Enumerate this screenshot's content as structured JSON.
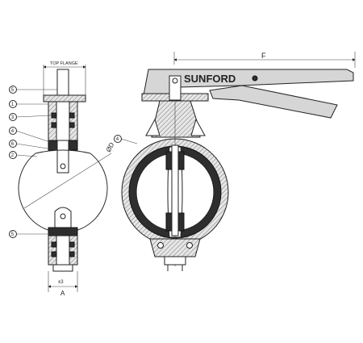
{
  "labels": {
    "top_flange": "TOP FLANGE",
    "brand": "SUNFORD",
    "dim_f": "F",
    "dim_a": "A",
    "tolerance": "±3",
    "diameter": "ØD"
  },
  "callouts": [
    "5",
    "1",
    "3",
    "4",
    "6",
    "2",
    "5",
    "4"
  ],
  "colors": {
    "line": "#2b2b2b",
    "liner": "#2e2e2e",
    "background": "#ffffff"
  }
}
